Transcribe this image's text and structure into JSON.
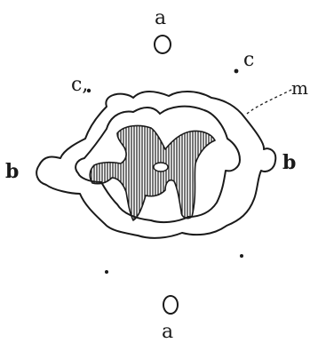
{
  "figure": {
    "labels": {
      "a_top": "a",
      "a_bottom": "a",
      "b_left": "b",
      "b_right": "b",
      "c_left": "c,",
      "c_right": "c",
      "m": "m"
    },
    "colors": {
      "ink": "#1a1a1a",
      "background": "#ffffff"
    }
  }
}
